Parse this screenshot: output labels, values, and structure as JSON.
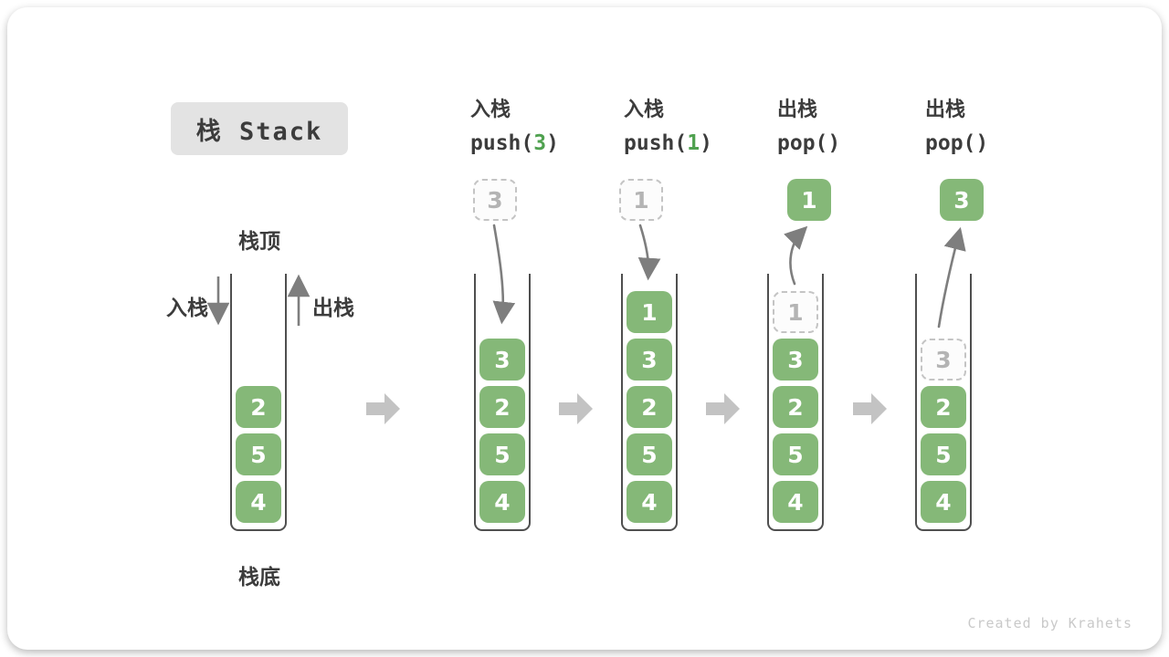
{
  "title": {
    "text": "栈 Stack"
  },
  "watermark": "Created by Krahets",
  "first_stack_labels": {
    "top": "栈顶",
    "bottom": "栈底",
    "push_side": "入栈",
    "pop_side": "出栈"
  },
  "operations": [
    {
      "cn": "入栈",
      "code_prefix": "push(",
      "code_arg": "3",
      "code_suffix": ")"
    },
    {
      "cn": "入栈",
      "code_prefix": "push(",
      "code_arg": "1",
      "code_suffix": ")"
    },
    {
      "cn": "出栈",
      "code_prefix": "pop(",
      "code_arg": "",
      "code_suffix": ")"
    },
    {
      "cn": "出栈",
      "code_prefix": "pop(",
      "code_arg": "",
      "code_suffix": ")"
    }
  ],
  "stacks": [
    {
      "name": "initial-stack",
      "slots": [
        null,
        null,
        "2",
        "5",
        "4"
      ],
      "floating": null
    },
    {
      "name": "after-push-3-stack",
      "slots": [
        null,
        "3",
        "2",
        "5",
        "4"
      ],
      "floating": {
        "value": "3",
        "ghost": true
      }
    },
    {
      "name": "after-push-1-stack",
      "slots": [
        "1",
        "3",
        "2",
        "5",
        "4"
      ],
      "floating": {
        "value": "1",
        "ghost": true
      }
    },
    {
      "name": "pop-1-stack",
      "slots": [
        {
          "v": "1",
          "ghost": true
        },
        "3",
        "2",
        "5",
        "4"
      ],
      "floating": {
        "value": "1",
        "ghost": false
      }
    },
    {
      "name": "pop-3-stack",
      "slots": [
        null,
        {
          "v": "3",
          "ghost": true
        },
        "2",
        "5",
        "4"
      ],
      "floating": {
        "value": "3",
        "ghost": false
      }
    }
  ],
  "colors": {
    "item_green": "#85b878",
    "code_arg_green": "#4fa14f",
    "ghost_border": "#c4c4c4",
    "ghost_text": "#b4b4b4",
    "text_ink": "#3c3c3c",
    "container_line": "#4f4f4f",
    "curve_arrow": "#7e7e7e",
    "block_arrow": "#c3c3c3",
    "title_box_bg": "#e3e3e3",
    "watermark_grey": "#c9c9c9"
  }
}
